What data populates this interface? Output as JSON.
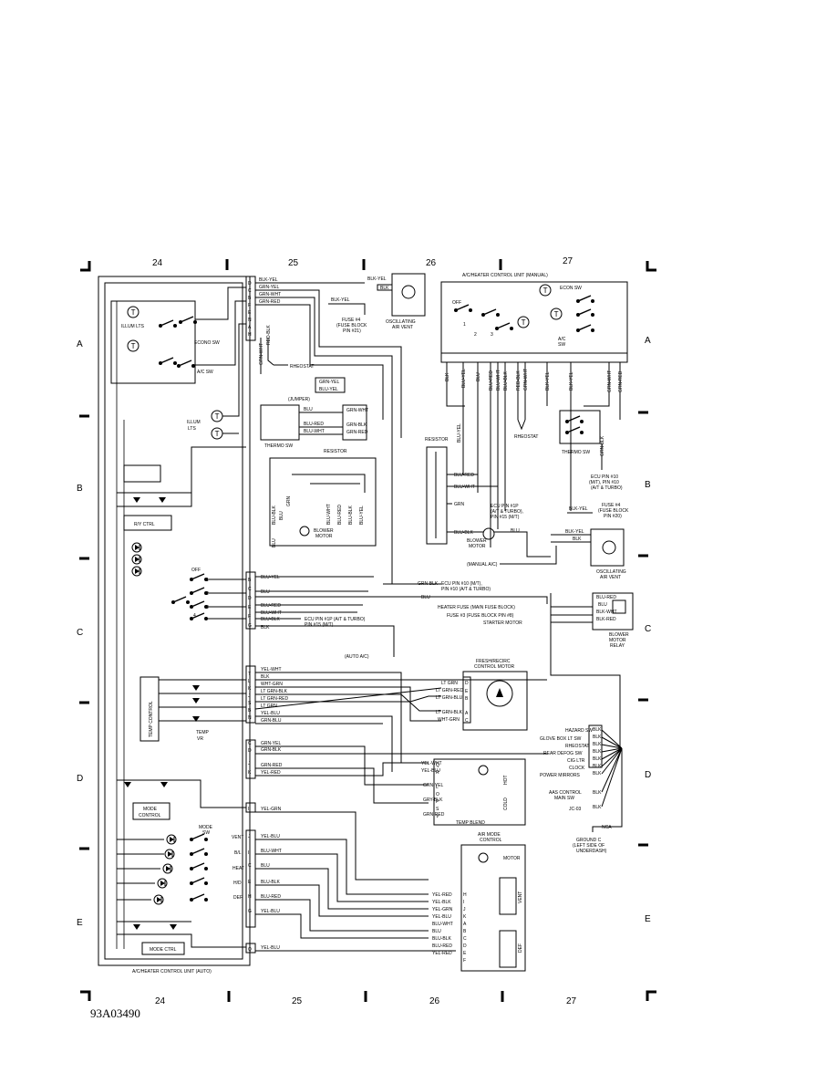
{
  "columns": [
    "24",
    "25",
    "26",
    "27"
  ],
  "rows": [
    "A",
    "B",
    "C",
    "D",
    "E"
  ],
  "doc_number": "93A03490",
  "units": {
    "auto_unit": "A/C/HEATER CONTROL UNIT (AUTO)",
    "manual_unit": "A/C/HEATER CONTROL UNIT (MANUAL)"
  },
  "labels": {
    "illum_lts": "ILLUM LTS",
    "econo_sw": "ECONO SW",
    "ac_sw": "A/C SW",
    "illum_lts2a": "ILLUM",
    "illum_lts2b": "LTS",
    "rheostat": "RHEOSTAT",
    "jumper": "(JUMPER)",
    "thermo_sw": "THERMO SW",
    "resistor": "RESISTOR",
    "blower_motor_a": "BLOWER",
    "blower_motor_b": "MOTOR",
    "fuse4_a": "FUSE #4",
    "fuse4_b": "(FUSE BLOCK",
    "fuse4_c": "PIN #21)",
    "osc_vent_a": "OSCILLATING",
    "osc_vent_b": "AIR VENT",
    "econ_sw": "ECON SW",
    "off": "OFF",
    "ac_sw_m": "A/C",
    "sw_m": "SW",
    "rheostat_m": "RHEOSTAT",
    "resistor_m": "RESISTOR",
    "thermo_sw_m": "THERMO SW",
    "ecu10_a": "ECU PIN #10",
    "ecu10_b": "(M/T), PIN #10",
    "ecu10_c": "(A/T & TURBO)",
    "ecu1p_a": "ECU PIN #1P",
    "ecu1p_b": "(A/T & TURBO),",
    "ecu1p_c": "PIN #15 (M/T)",
    "fuse4m_a": "FUSE #4",
    "fuse4m_b": "(FUSE BLOCK",
    "fuse4m_c": "PIN #20)",
    "blower_m_a": "BLOWER",
    "blower_m_b": "MOTOR",
    "manual_ac": "(MANUAL A/C)",
    "osc_vent_m_a": "OSCILLATING",
    "osc_vent_m_b": "AIR VENT",
    "ecu10q_a": "ECU PIN #10 (M/T),",
    "ecu10q_b": "PIN #10 (A/T & TURBO)",
    "heater_fuse": "HEATER FUSE (MAIN FUSE BLOCK)",
    "fuse3": "FUSE #3 (FUSE BLOCK PIN #8)",
    "starter_motor": "STARTER MOTOR",
    "blower_relay_a": "BLOWER",
    "blower_relay_b": "MOTOR",
    "blower_relay_c": "RELAY",
    "ry_ctrl": "R/Y CTRL",
    "off_a": "OFF",
    "ecu1p_auto_a": "ECU PIN #1P (A/T & TURBO)",
    "ecu1p_auto_b": "PIN #15 (M/T)",
    "auto_ac": "(AUTO A/C)",
    "fresh_a": "FRESH/RECIRC",
    "fresh_b": "CONTROL MOTOR",
    "temp_control": "TEMP CONTROL",
    "temp_vr_a": "TEMP",
    "temp_vr_b": "VR",
    "temp_blend": "TEMP BLEND",
    "cold": "COLD",
    "hot": "HOT",
    "mode_control_a": "MODE",
    "mode_control_b": "CONTROL",
    "mode_sw_a": "MODE",
    "mode_sw_b": "SW",
    "vent": "VENT",
    "bl": "B/L",
    "heat": "HEAT",
    "hd": "H/D",
    "def": "DEF",
    "air_mode_a": "AIR MODE",
    "air_mode_b": "CONTROL",
    "motor": "MOTOR",
    "vent_v": "VENT",
    "def_v": "DEF",
    "mode_ctrl": "MODE CTRL",
    "hazard_sw": "HAZARD SW",
    "glove_box": "GLOVE BOX LT SW",
    "rheostat_g": "RHEOSTAT",
    "rear_defog": "REAR DEFOG SW",
    "cig_ltr": "CIG LTR",
    "clock": "CLOCK",
    "power_mirrors": "POWER MIRRORS",
    "aas_a": "AAS CONTROL",
    "aas_b": "MAIN SW",
    "jc03": "JC-03",
    "ground_a": "GROUND C",
    "ground_b": "(LEFT SIDE OF",
    "ground_c": "UNDERDASH)",
    "nca": "NCA"
  },
  "wires": {
    "top_left": [
      "BLK-YEL",
      "GRN-YEL",
      "GRN-WHT",
      "GRN-RED"
    ],
    "blk_yel_top": "BLK-YEL",
    "blk_box": "BLK",
    "blk_yel_mid": "BLK-YEL",
    "red_blk": "RED-BLK",
    "grn_wht_v": "GRN-WHT",
    "jumper_pair": [
      "GRN-YEL",
      "BLU-YEL"
    ],
    "thermo_left": [
      "BLU",
      "BLU-RED",
      "BLU-WHT"
    ],
    "thermo_right": [
      "GRN-WHT",
      "GRN-BLK",
      "GRN-RED"
    ],
    "resistor_v": [
      "BLU-BLK",
      "BLU",
      "GRN",
      "BLU-WHT",
      "BLU-RED",
      "BLU-BLK",
      "BLU-YEL"
    ],
    "blu_blk_motor": "BLU",
    "manual_v": [
      "BLK",
      "BLU-YEL",
      "BLU",
      "BLU-RED",
      "BLU-WHT",
      "BLU-BLK",
      "RED-BLK",
      "GRN-WHT",
      "BLK-YEL",
      "BLK-YEL",
      "GRN-WHT",
      "GRN-RED"
    ],
    "resistor_m_v": "BLU-YEL",
    "resistor_m_out": [
      "BLU-RED",
      "BLU-WHT",
      "GRN",
      "BLU-BLK"
    ],
    "blu_m": "BLU",
    "thermo_m_v": "GRN-BLK",
    "osc_m_in": [
      "BLK-YEL",
      "BLK"
    ],
    "blk_yel_m": "BLK-YEL",
    "relay_in": [
      "BLU-RED",
      "BLU",
      "BLK-WHT",
      "BLK-RED"
    ],
    "grn_blk": "GRN-BLK",
    "blu_long": "BLU",
    "auto_mid": [
      "BLU-YEL",
      "BLK",
      "BLU",
      "BLU-RED",
      "BLU-WHT",
      "BLU-BLK",
      "BLK-YEL",
      "BLK"
    ],
    "auto_temp": [
      "YEL-WHT",
      "BLK",
      "WHT-GRN",
      "LT GRN-BLK",
      "LT GRN-RED",
      "LT GRN",
      "YEL-BLU",
      "GRN-BLU"
    ],
    "fresh_in": [
      "LT GRN",
      "LT GRN-RED",
      "LT GRN-BLU",
      "LT GRN-BLK",
      "WHT-GRN"
    ],
    "auto_low": [
      "GRN-YEL",
      "GRN-BLK",
      "GRN-RED",
      "YEL-RED",
      "YEL-GRN"
    ],
    "temp_blend_in": [
      "YEL-WHT",
      "YEL-BLU",
      "GRN-YEL",
      "GRY-BLK",
      "GRN-RED"
    ],
    "auto_mode": [
      "YEL-BLU",
      "BLU-WHT",
      "BLU",
      "BLU-BLK",
      "BLU-RED",
      "YEL-BLU"
    ],
    "air_mode_in": [
      "YEL-RED",
      "YEL-BLK",
      "YEL-GRN",
      "YEL-BLU",
      "BLU-WHT",
      "BLU",
      "BLU-BLK",
      "BLU-RED",
      "YEL-RED"
    ],
    "bottom_auto": "YEL-BLU",
    "ground_blk": [
      "BLK",
      "BLK",
      "BLK",
      "BLK",
      "BLK",
      "BLK",
      "BLK",
      "BLK",
      "BLK"
    ]
  },
  "connectors": {
    "auto_top": [
      "D",
      "C",
      "B",
      "F",
      "E",
      "N",
      "A",
      "B",
      "H"
    ],
    "auto_mid": [
      "B",
      "C",
      "D",
      "E",
      "F",
      "G",
      "H"
    ],
    "auto_temp": [
      "T",
      "L",
      "K",
      "J",
      "S",
      "B",
      "N",
      "U"
    ],
    "auto_low": [
      "C",
      "D",
      "I",
      "J",
      "K",
      "I"
    ],
    "auto_mode": [
      "J",
      "I",
      "C",
      "E",
      "H",
      "G",
      "Q"
    ],
    "fresh": [
      "D",
      "E",
      "B",
      "A",
      "C"
    ],
    "temp_blend": [
      "Q",
      "R",
      "L",
      "O",
      "P",
      "S",
      "V"
    ],
    "air_mode": [
      "H",
      "I",
      "J",
      "K",
      "A",
      "B",
      "C",
      "D",
      "E",
      "F",
      "G"
    ]
  }
}
